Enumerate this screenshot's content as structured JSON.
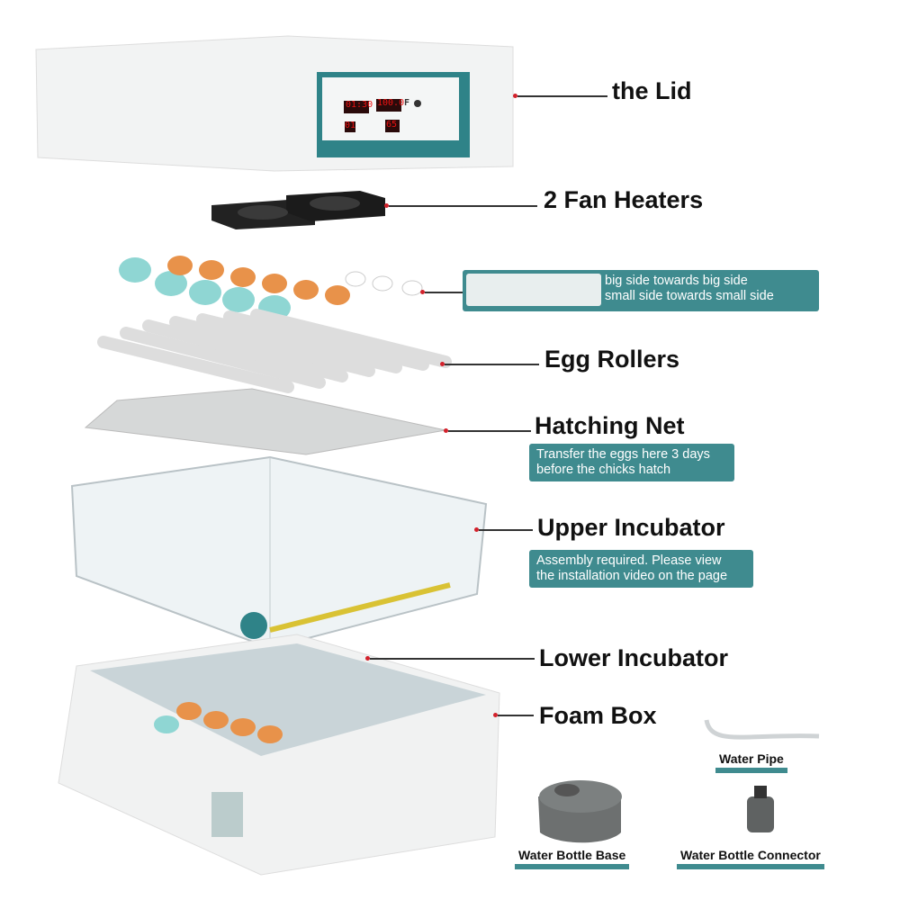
{
  "parts": {
    "lid": "the Lid",
    "fan_heaters": "2 Fan Heaters",
    "egg_rollers": "Egg Rollers",
    "hatching_net": "Hatching Net",
    "upper_incubator": "Upper Incubator",
    "lower_incubator": "Lower Incubator",
    "foam_box": "Foam Box"
  },
  "notes": {
    "egg_orientation_1": "big side towards big side",
    "egg_orientation_2": "small side towards small side",
    "hatching_net_1": "Transfer the eggs here 3 days",
    "hatching_net_2": "before the chicks hatch",
    "upper_incubator_1": "Assembly required. Please view",
    "upper_incubator_2": "the installation video on the page"
  },
  "accessories": {
    "water_pipe": "Water Pipe",
    "water_bottle_base": "Water Bottle Base",
    "water_bottle_connector": "Water Bottle Connector"
  },
  "control_panel": {
    "turning_display": "01:30",
    "temperature_display": "100.0",
    "unit": "F",
    "day_display": "01",
    "humidity_display": "65"
  },
  "colors": {
    "accent": "#3f8b8f",
    "display": "#b8151b",
    "pointer_dot": "#d3212b"
  }
}
